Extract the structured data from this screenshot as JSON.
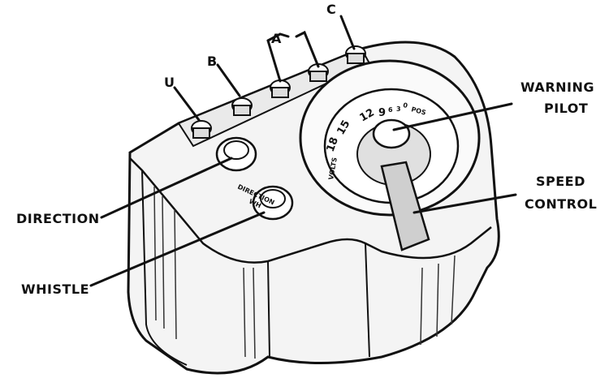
{
  "labels": {
    "terminal_c": "C",
    "terminal_a": "A",
    "terminal_b": "B",
    "terminal_u": "U",
    "warning_pilot_line1": "WARNING",
    "warning_pilot_line2": "PILOT",
    "speed_control_line1": "SPEED",
    "speed_control_line2": "CONTROL",
    "direction": "DIRECTION",
    "whistle": "WHISTLE"
  },
  "panel_text": {
    "direction": "DIRECTION",
    "whistle": "WH",
    "volts": "VOLTS",
    "dial_18": "18",
    "dial_15": "15",
    "dial_12": "12",
    "dial_9": "9",
    "dial_6": "6",
    "dial_3": "3",
    "dial_0": "0",
    "dial_pos": "POS"
  }
}
